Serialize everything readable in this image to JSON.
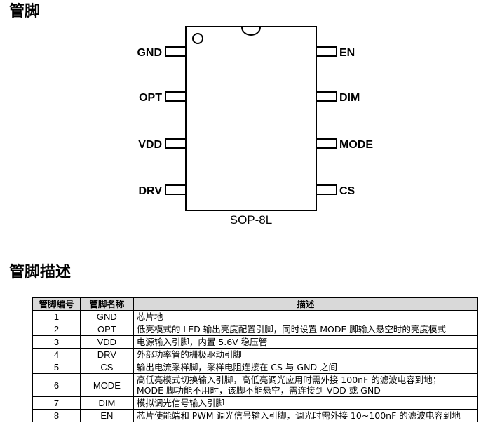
{
  "headings": {
    "pins": "管脚",
    "pin_description": "管脚描述"
  },
  "package": {
    "name": "SOP-8L",
    "left_pins": [
      "GND",
      "OPT",
      "VDD",
      "DRV"
    ],
    "right_pins": [
      "EN",
      "DIM",
      "MODE",
      "CS"
    ]
  },
  "table": {
    "headers": [
      "管脚编号",
      "管脚名称",
      "描述"
    ],
    "rows": [
      {
        "num": "1",
        "name": "GND",
        "desc": [
          "芯片地"
        ]
      },
      {
        "num": "2",
        "name": "OPT",
        "desc": [
          "低亮模式的 LED 输出亮度配置引脚，同时设置 MODE 脚输入悬空时的亮度模式"
        ]
      },
      {
        "num": "3",
        "name": "VDD",
        "desc": [
          "电源输入引脚，内置 5.6V 稳压管"
        ]
      },
      {
        "num": "4",
        "name": "DRV",
        "desc": [
          "外部功率管的栅极驱动引脚"
        ]
      },
      {
        "num": "5",
        "name": "CS",
        "desc": [
          "输出电流采样脚，采样电阻连接在 CS 与 GND 之间"
        ]
      },
      {
        "num": "6",
        "name": "MODE",
        "desc": [
          "高低亮模式切换输入引脚，高低亮调光应用时需外接 100nF 的滤波电容到地；",
          "MODE 脚功能不用时，该脚不能悬空，需连接到 VDD 或 GND"
        ]
      },
      {
        "num": "7",
        "name": "DIM",
        "desc": [
          "模拟调光信号输入引脚"
        ]
      },
      {
        "num": "8",
        "name": "EN",
        "desc": [
          "芯片使能端和 PWM 调光信号输入引脚，调光时需外接 10~100nF 的滤波电容到地"
        ]
      }
    ]
  }
}
